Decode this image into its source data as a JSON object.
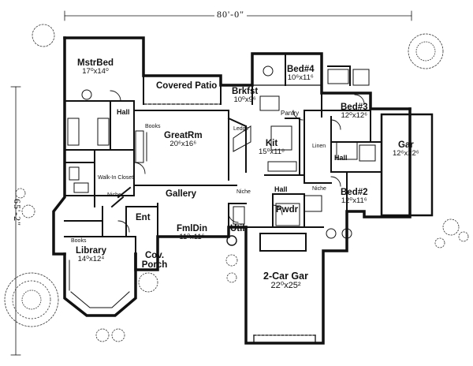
{
  "dimensions": {
    "width": "80'-0\"",
    "depth": "65'-2\""
  },
  "rooms": [
    {
      "id": "mstrbed",
      "name": "MstrBed",
      "dims": "17⁰x14⁰"
    },
    {
      "id": "covered-patio",
      "name": "Covered Patio",
      "dims": ""
    },
    {
      "id": "brkfst",
      "name": "Brkfst",
      "dims": "10⁰x9⁶"
    },
    {
      "id": "bed4",
      "name": "Bed#4",
      "dims": "10⁶x11⁶"
    },
    {
      "id": "bed3",
      "name": "Bed#3",
      "dims": "12⁰x12⁶"
    },
    {
      "id": "gar",
      "name": "Gar",
      "dims": "12⁶x22⁶"
    },
    {
      "id": "greatrm",
      "name": "GreatRm",
      "dims": "20⁶x16⁶"
    },
    {
      "id": "kit",
      "name": "Kit",
      "dims": "15⁰x11⁸"
    },
    {
      "id": "bed2",
      "name": "Bed#2",
      "dims": "12⁰x11⁶"
    },
    {
      "id": "gallery",
      "name": "Gallery",
      "dims": ""
    },
    {
      "id": "ent",
      "name": "Ent",
      "dims": ""
    },
    {
      "id": "fmldin",
      "name": "FmlDin",
      "dims": "11⁰x11⁶"
    },
    {
      "id": "util",
      "name": "Util",
      "dims": ""
    },
    {
      "id": "pwdr",
      "name": "Pwdr",
      "dims": ""
    },
    {
      "id": "library",
      "name": "Library",
      "dims": "14⁰x12⁴"
    },
    {
      "id": "cov-porch",
      "name": "Cov. Porch",
      "dims": ""
    },
    {
      "id": "two-car-gar",
      "name": "2-Car Gar",
      "dims": "22⁰x25²"
    },
    {
      "id": "hall-bed",
      "name": "Hall",
      "dims": ""
    },
    {
      "id": "hall-mid",
      "name": "Hall",
      "dims": ""
    },
    {
      "id": "hall-master",
      "name": "Hall",
      "dims": ""
    }
  ],
  "notes": [
    "Pantry",
    "Niche",
    "Niche",
    "Niche",
    "Linen",
    "Books",
    "Books",
    "Ledge",
    "Walk-In Closet"
  ],
  "colors": {
    "line": "#111111",
    "paper": "#ffffff"
  }
}
